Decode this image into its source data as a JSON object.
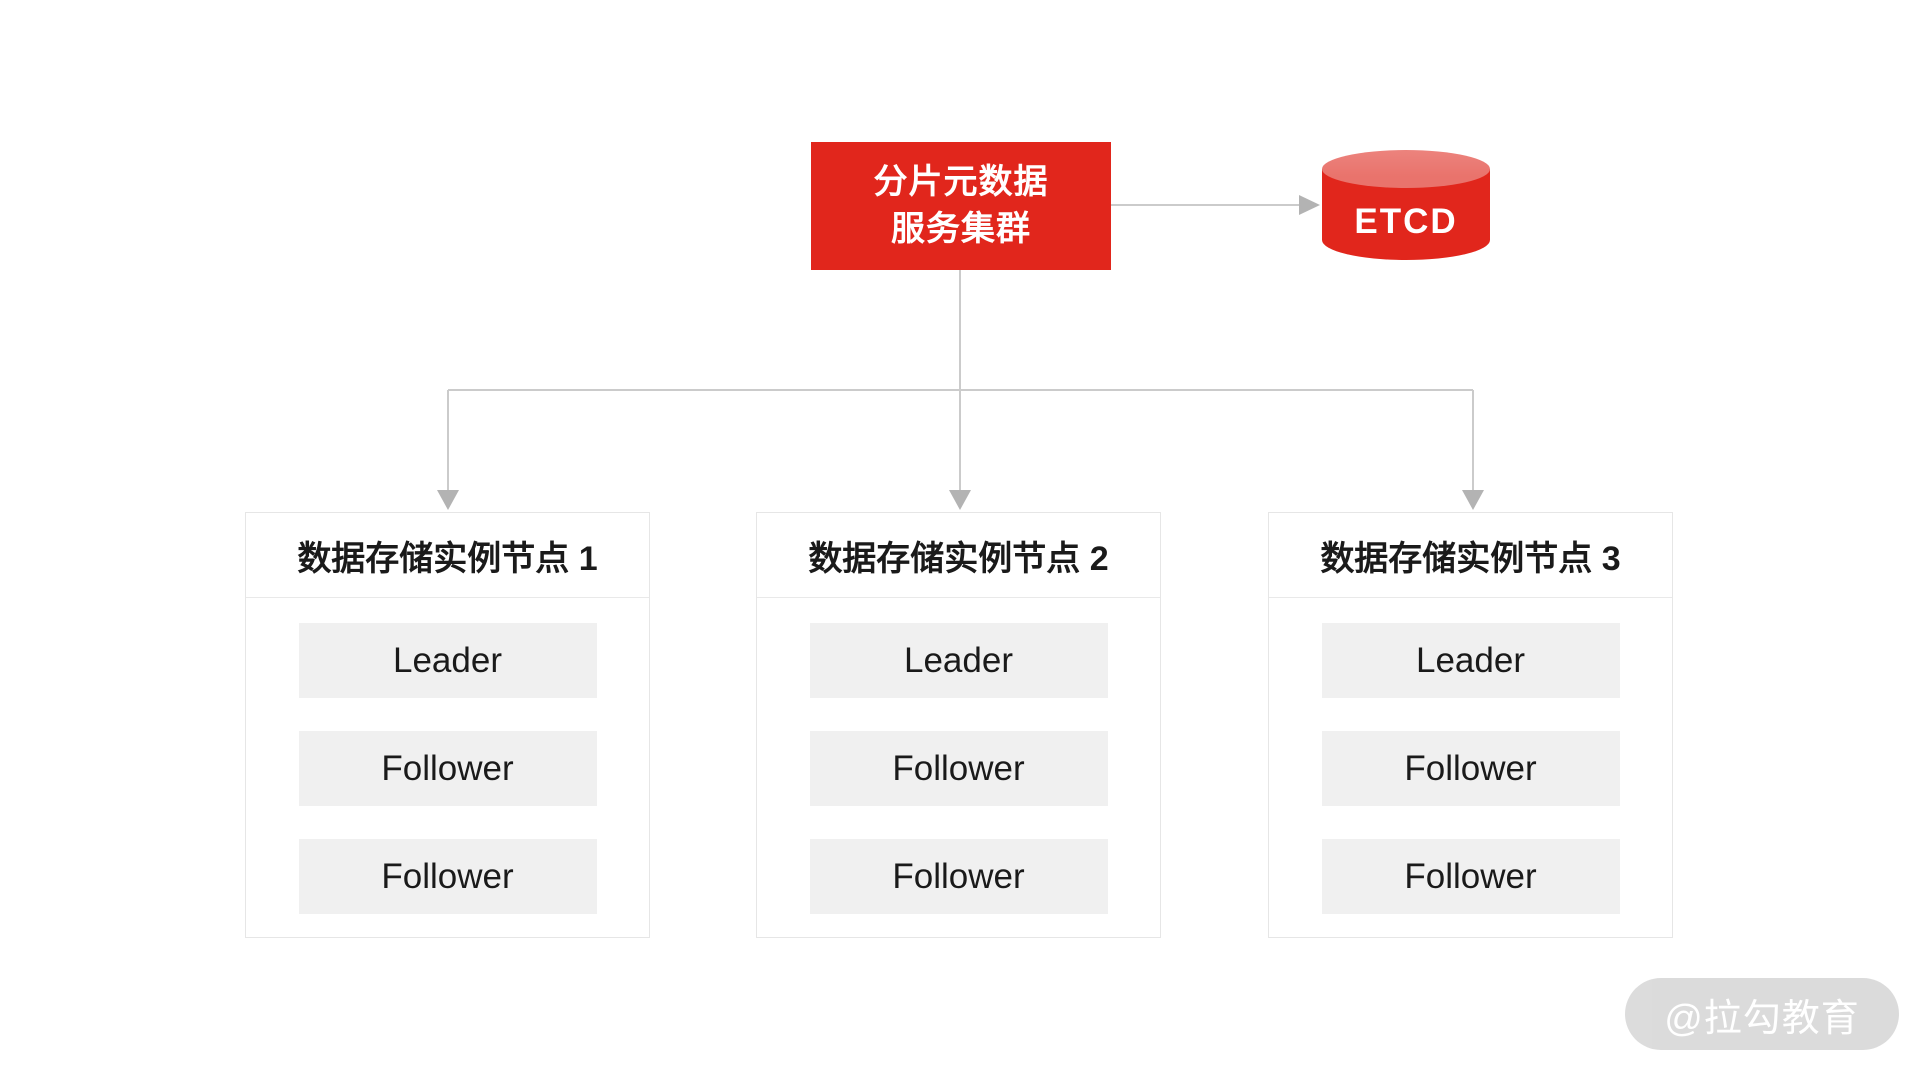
{
  "cluster": {
    "line1": "分片元数据",
    "line2": "服务集群"
  },
  "etcd_label": "ETCD",
  "nodes": [
    {
      "title": "数据存储实例节点 1",
      "items": [
        "Leader",
        "Follower",
        "Follower"
      ]
    },
    {
      "title": "数据存储实例节点 2",
      "items": [
        "Leader",
        "Follower",
        "Follower"
      ]
    },
    {
      "title": "数据存储实例节点 3",
      "items": [
        "Leader",
        "Follower",
        "Follower"
      ]
    }
  ],
  "watermark": "@拉勾教育",
  "colors": {
    "accent_red": "#e1261c",
    "cylinder_top": "#e9736c",
    "line_gray": "#cbcbcb",
    "arrow_gray": "#b3b3b3",
    "item_bg": "#f0f0f0",
    "card_border": "#e6e6e6",
    "divider": "#e9e9e9",
    "text_dark": "#1a1a1a",
    "watermark_bg": "#d9d9d9"
  }
}
